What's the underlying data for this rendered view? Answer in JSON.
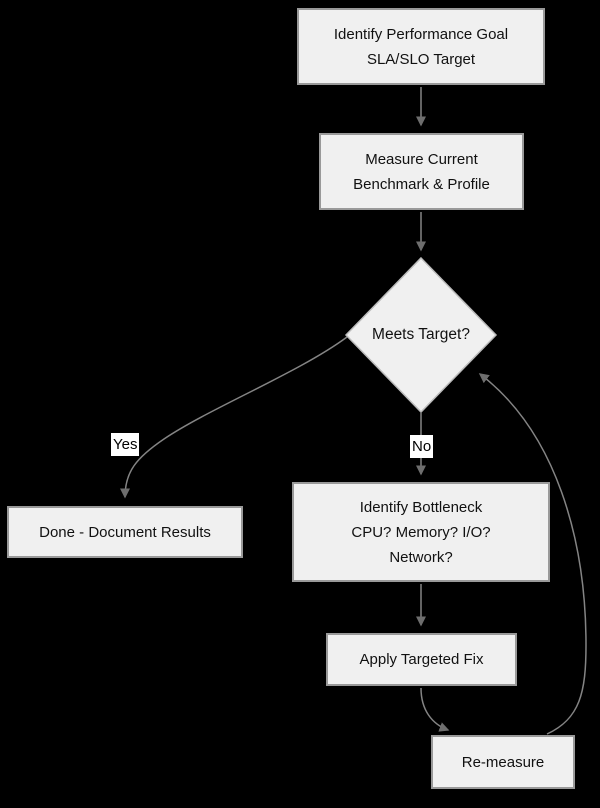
{
  "colors": {
    "background": "#000000",
    "node_fill": "#f0f0f0",
    "node_border": "#999999",
    "edge": "#848484",
    "arrow": "#6e6e6e",
    "text": "#111111",
    "label_bg": "#ffffff"
  },
  "nodes": {
    "goal": {
      "lines": [
        "Identify Performance Goal",
        "SLA/SLO Target"
      ]
    },
    "measure": {
      "lines": [
        "Measure Current",
        "Benchmark & Profile"
      ]
    },
    "decision": {
      "label": "Meets Target?"
    },
    "done": {
      "label": "Done - Document Results"
    },
    "bottleneck": {
      "lines": [
        "Identify Bottleneck",
        "CPU? Memory? I/O?",
        "Network?"
      ]
    },
    "fix": {
      "label": "Apply Targeted Fix"
    },
    "remeasure": {
      "label": "Re-measure"
    }
  },
  "edge_labels": {
    "yes": "Yes",
    "no": "No"
  }
}
